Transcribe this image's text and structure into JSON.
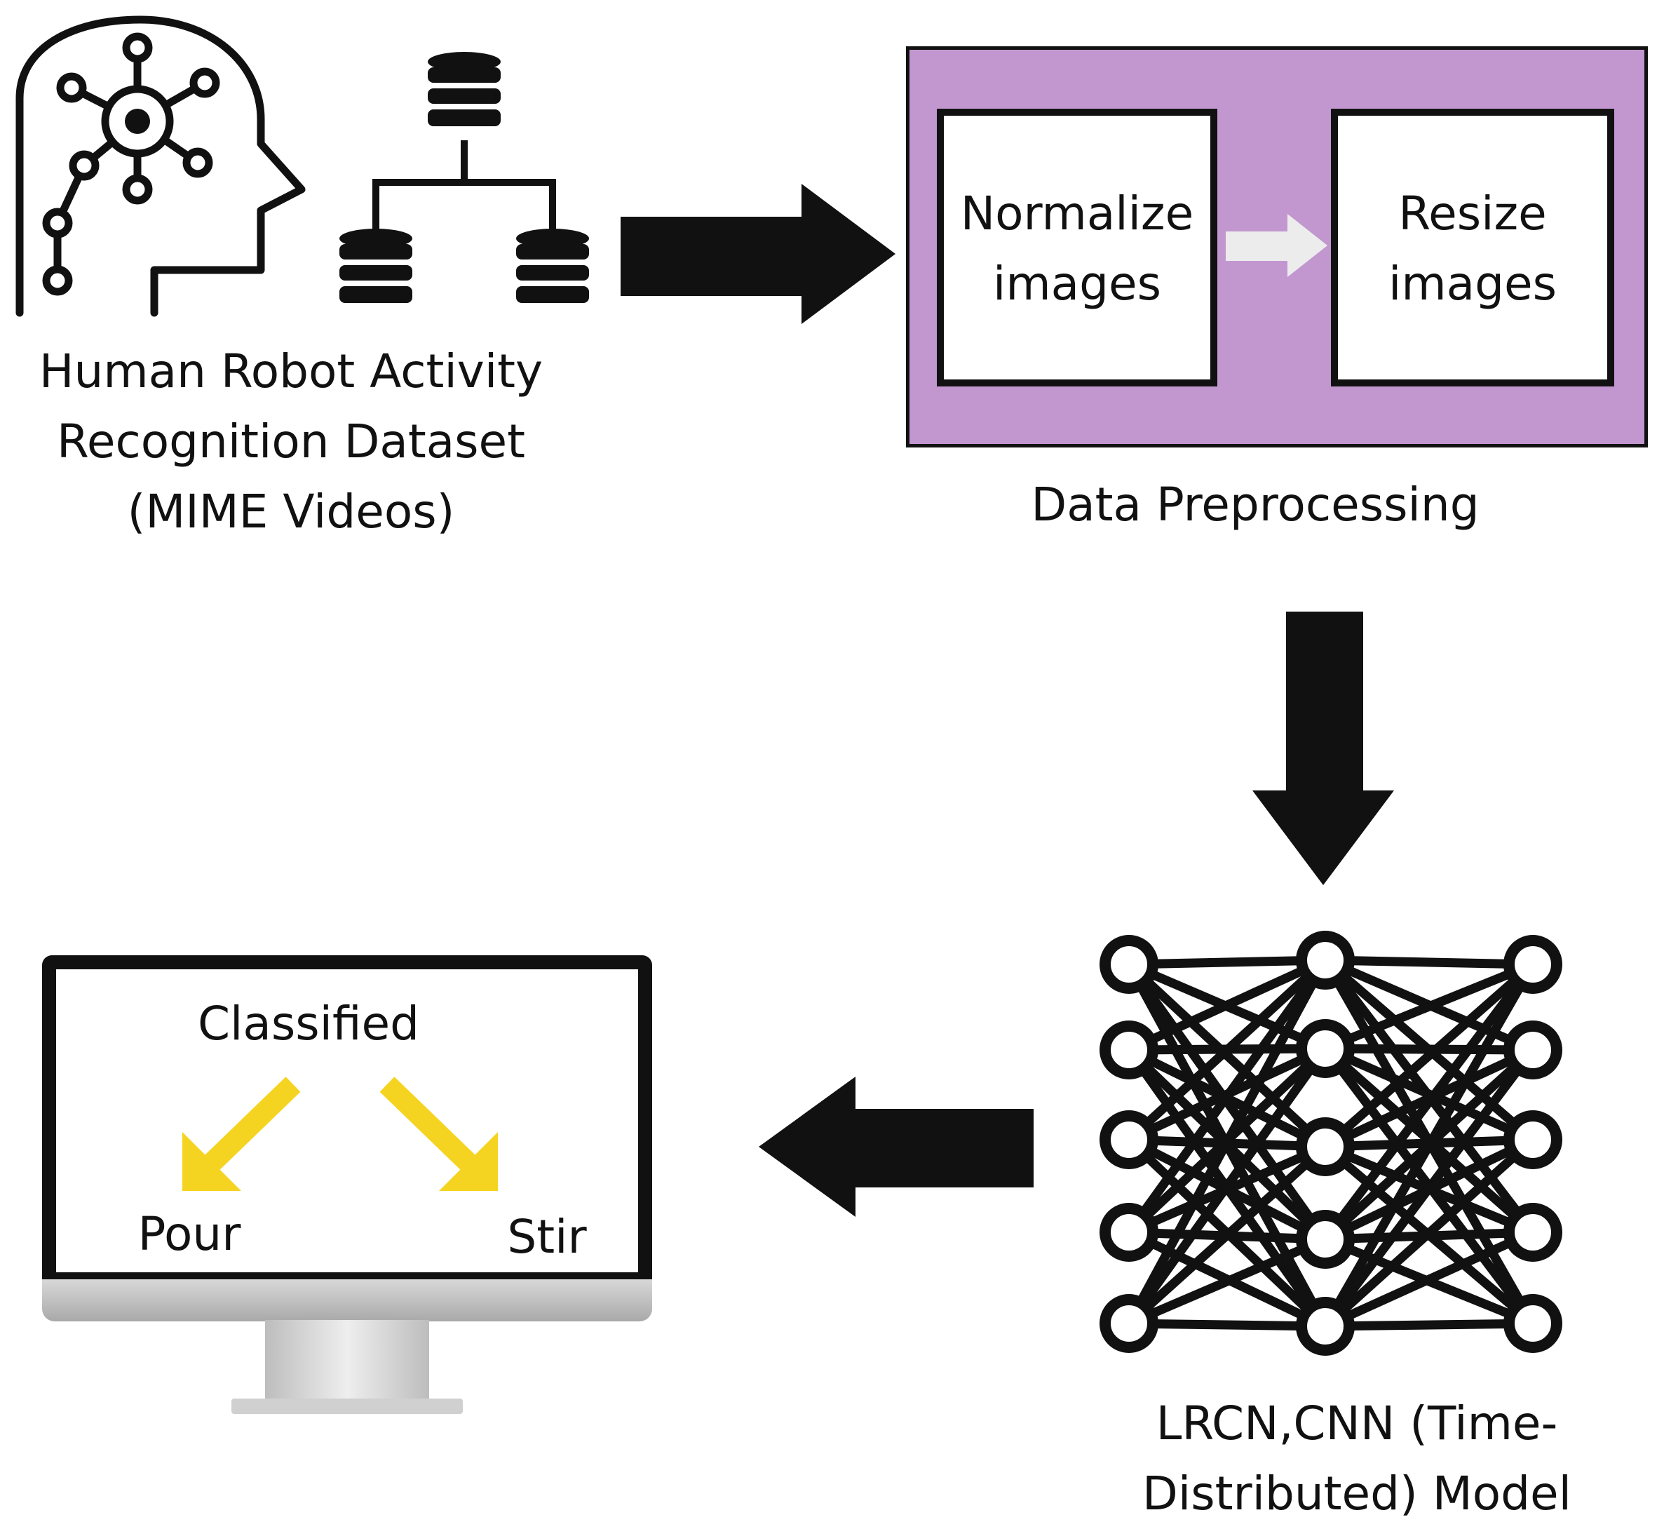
{
  "dataset": {
    "label_lines": [
      "Human Robot Activity",
      "Recognition Dataset",
      "(MIME Videos)"
    ]
  },
  "preprocessing": {
    "title": "Data Preprocessing",
    "step1": {
      "lines": [
        "Normalize",
        "images"
      ]
    },
    "step2": {
      "lines": [
        "Resize",
        "images"
      ]
    },
    "panel_color": "#c297d0"
  },
  "model": {
    "label_lines": [
      "LRCN,CNN (Time-",
      "Distributed) Model"
    ]
  },
  "output": {
    "title": "Classified",
    "class_left": "Pour",
    "class_right": "Stir",
    "arrow_color": "#f5d421"
  },
  "icons": {
    "head": "ai-head-icon",
    "database": "database-hierarchy-icon",
    "network": "neural-network-icon",
    "monitor": "monitor-icon"
  }
}
